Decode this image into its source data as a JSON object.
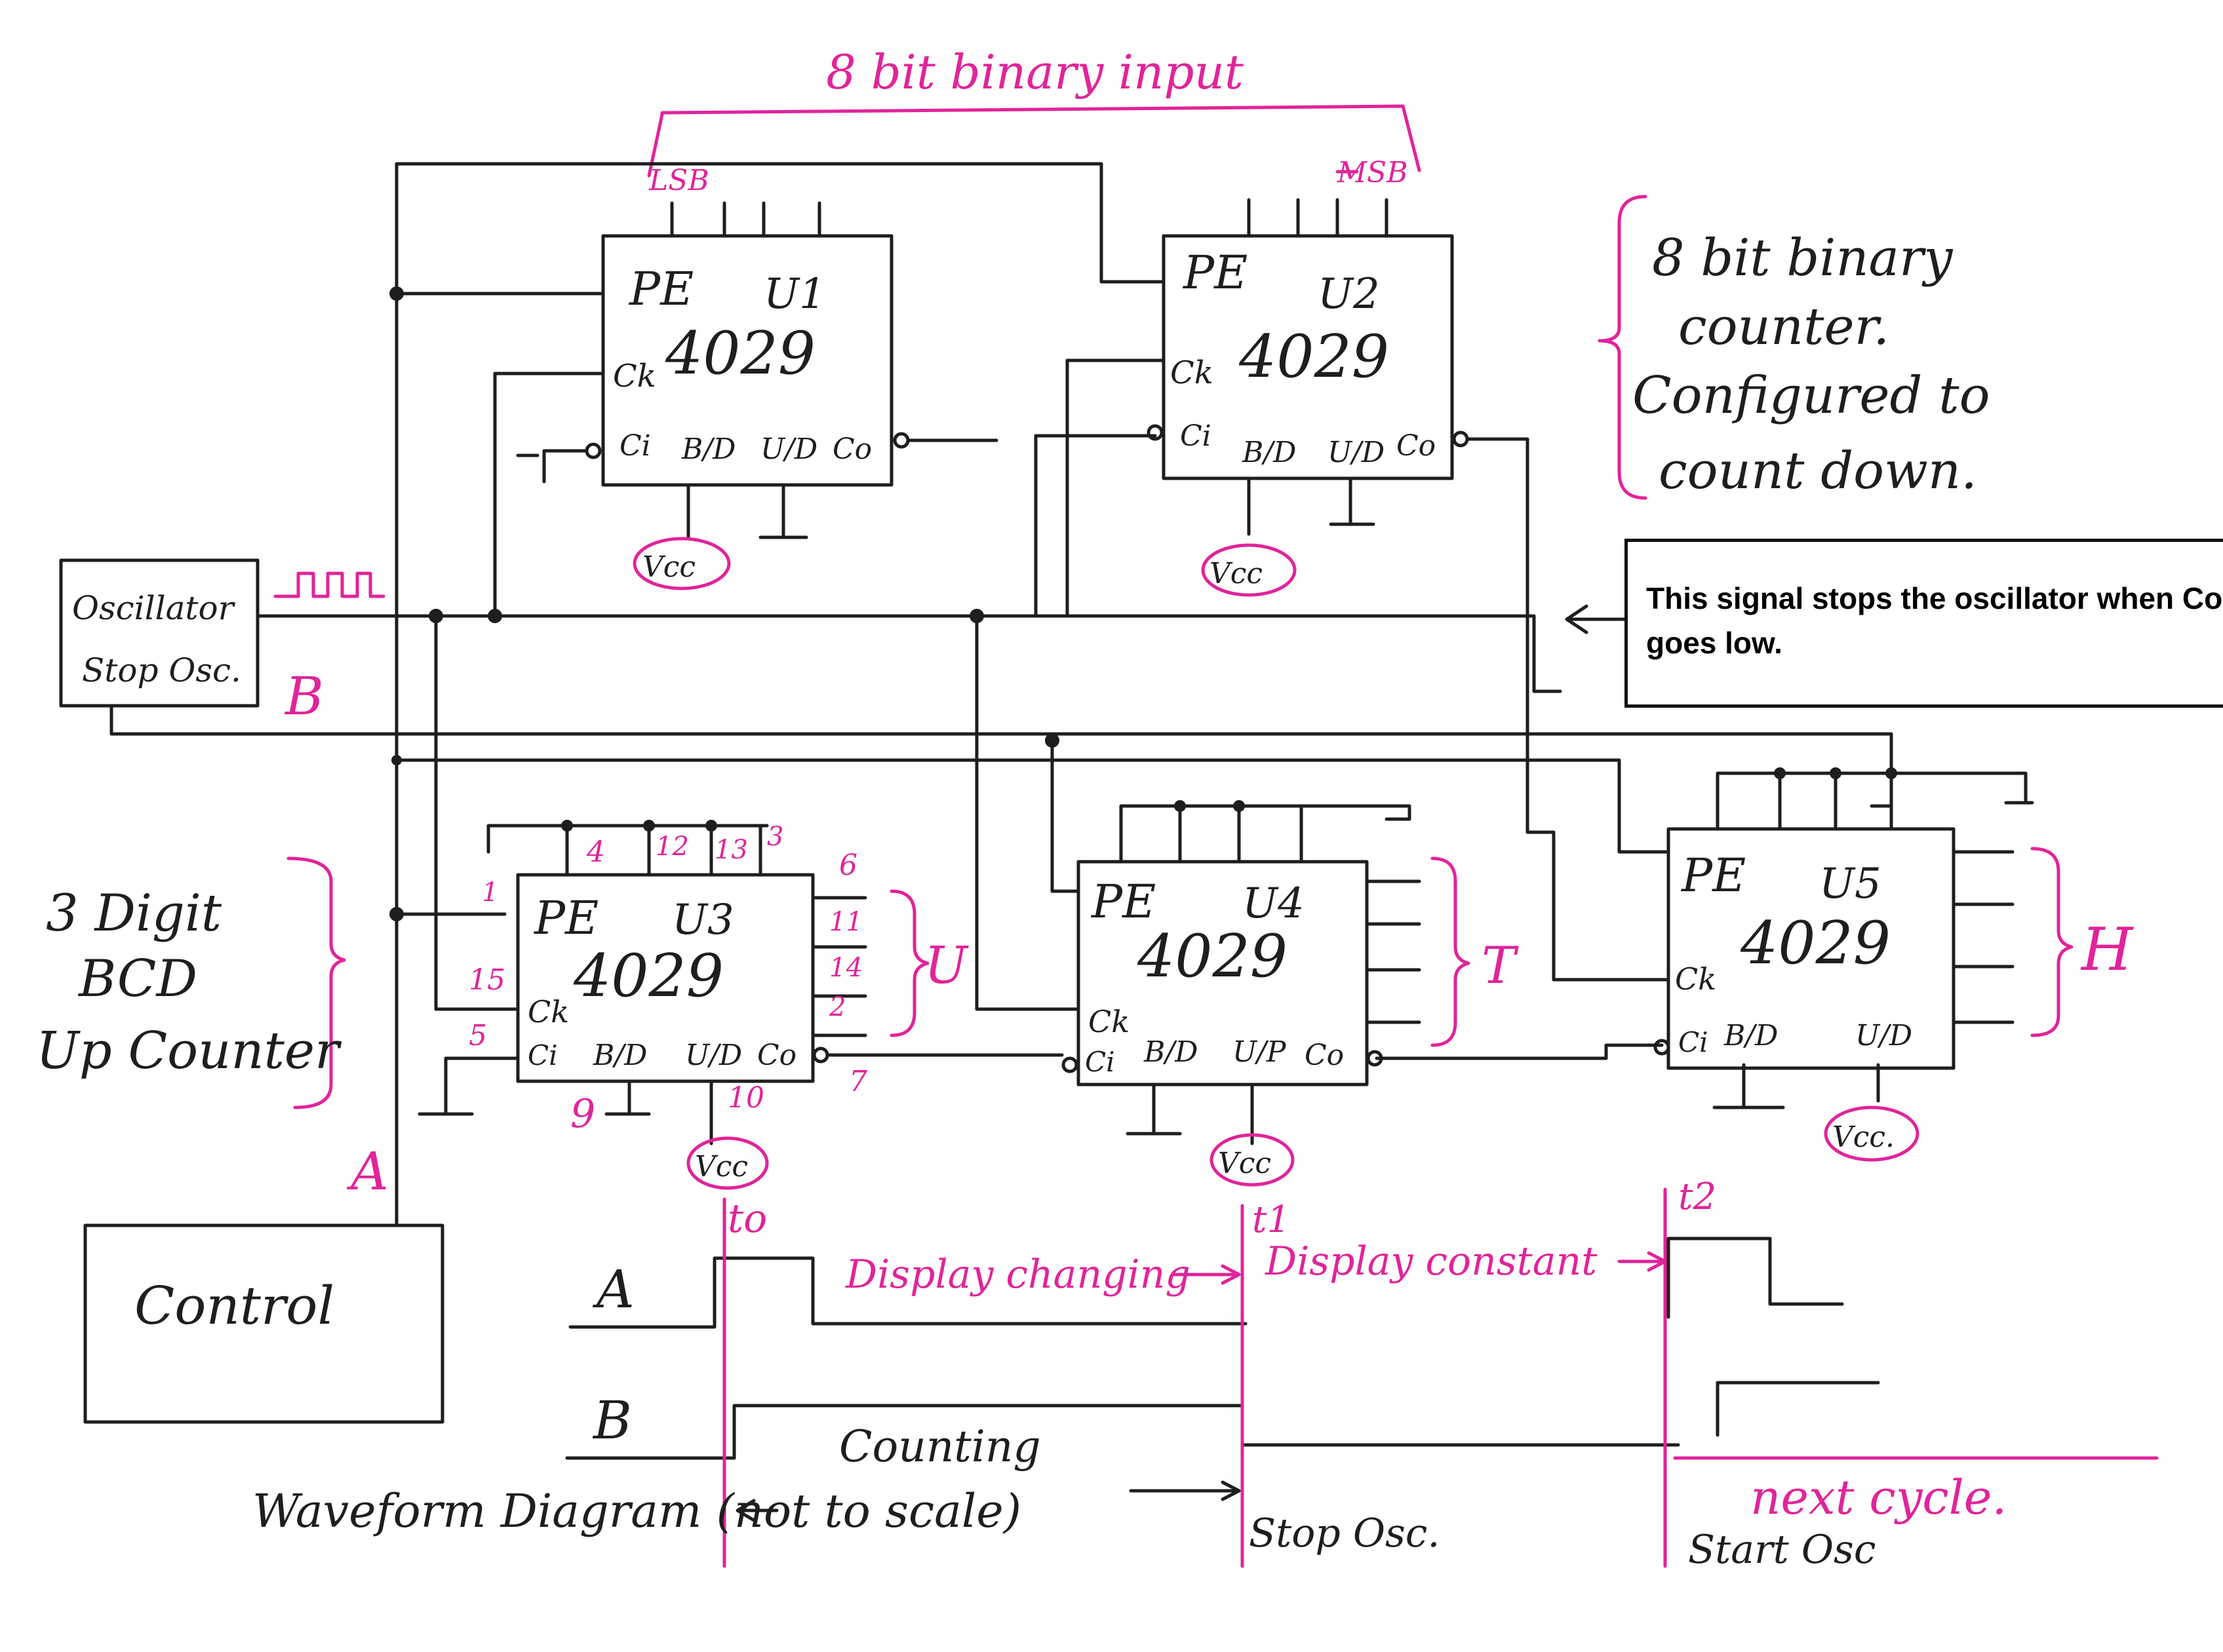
{
  "header_label": "8 bit binary input",
  "lsb_label": "LSB",
  "msb_label": "MSB",
  "counter_note": [
    "8 bit binary",
    "counter.",
    "Configured to",
    "count down."
  ],
  "callout_text": "This signal stops the oscillator when Co goes low.",
  "oscillator": {
    "line1": "Oscillator",
    "line2": "Stop Osc."
  },
  "signal_b": "B",
  "signal_a": "A",
  "bcd_note": [
    "3 Digit",
    "BCD",
    "Up Counter"
  ],
  "chips": [
    {
      "pe": "PE",
      "name": "U1",
      "part": "4029",
      "pins": [
        "Ck",
        "Ci",
        "B/D",
        "U/D",
        "Co"
      ],
      "vcc": "Vcc"
    },
    {
      "pe": "PE",
      "name": "U2",
      "part": "4029",
      "pins": [
        "Ck",
        "Ci",
        "B/D",
        "U/D",
        "Co"
      ],
      "vcc": "Vcc"
    },
    {
      "pe": "PE",
      "name": "U3",
      "part": "4029",
      "pins": [
        "Ck",
        "Ci",
        "B/D",
        "U/D",
        "Co"
      ],
      "vcc": "Vcc"
    },
    {
      "pe": "PE",
      "name": "U4",
      "part": "4029",
      "pins": [
        "Ck",
        "Ci",
        "B/D",
        "U/P",
        "Co"
      ],
      "vcc": "Vcc"
    },
    {
      "pe": "PE",
      "name": "U5",
      "part": "4029",
      "pins": [
        "Ck",
        "Ci",
        "B/D",
        "U/D"
      ],
      "vcc": "Vcc."
    }
  ],
  "pin_numbers": [
    "4",
    "12",
    "13",
    "3",
    "1",
    "15",
    "5",
    "6",
    "11",
    "14",
    "2",
    "9",
    "10",
    "7"
  ],
  "digit_labels": [
    "U",
    "T",
    "H"
  ],
  "control_label": "Control",
  "waveform": {
    "trace_a": "A",
    "trace_b": "B",
    "times": [
      "to",
      "t1",
      "t2"
    ],
    "display_changing": "Display changing",
    "display_constant": "Display constant",
    "counting": "Counting",
    "stop_osc": "Stop Osc.",
    "start_osc": "Start Osc",
    "next_cycle": "next cycle.",
    "title": "Waveform Diagram (not to scale)"
  },
  "colors": {
    "ink": "#1e1e1e",
    "annotation": "#e0249a"
  }
}
